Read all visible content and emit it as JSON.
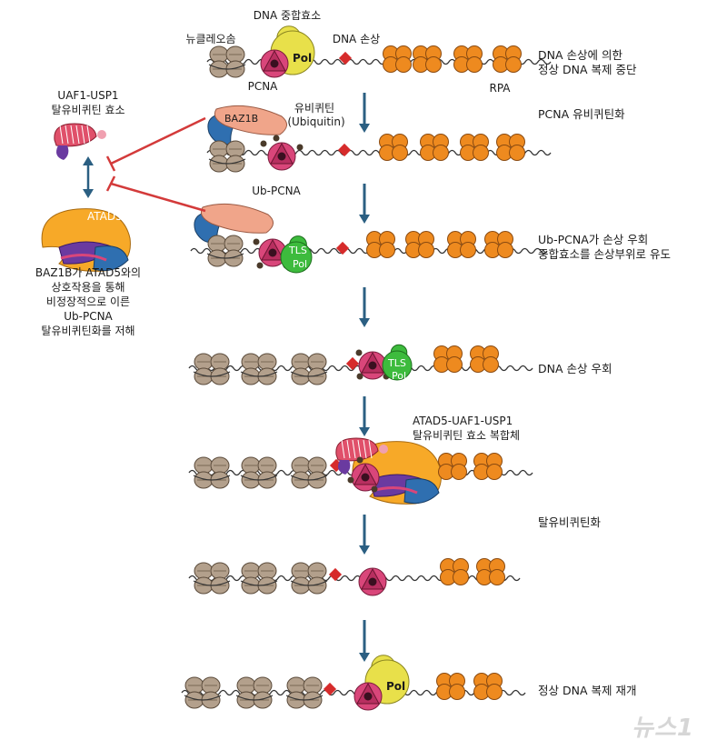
{
  "labels": {
    "dna_polymerase": "DNA 중합효소",
    "nucleosome": "뉴클레오솜",
    "dna_damage": "DNA 손상",
    "pcna": "PCNA",
    "rpa": "RPA",
    "pol": "Pol",
    "baz1b": "BAZ1B",
    "ubiquitin": "유비퀴틴",
    "ubiquitin_en": "(Ubiquitin)",
    "ub_pcna": "Ub-PCNA",
    "tls": "TLS",
    "atad5": "ATAD5",
    "uaf1_usp1_line1": "UAF1-USP1",
    "uaf1_usp1_line2": "탈유비퀴틴 효소",
    "complex_line1": "ATAD5-UAF1-USP1",
    "complex_line2": "탈유비퀴틴 효소 복합체"
  },
  "side_text": [
    "BAZ1B가 ATAD5와의",
    "상호작용을 통해",
    "비정장적으로 이른",
    "Ub-PCNA",
    "탈유비퀴틴화를 저해"
  ],
  "steps": {
    "s1_line1": "DNA 손상에 의한",
    "s1_line2": "정상 DNA 복제 중단",
    "s2": "PCNA 유비퀴틴화",
    "s3_line1": "Ub-PCNA가 손상 우회",
    "s3_line2": "중합효소를 손상부위로 유도",
    "s4": "DNA 손상 우회",
    "s6": "탈유비퀴틴화",
    "s7": "정상 DNA 복제 재개"
  },
  "watermark": "뉴스1",
  "colors": {
    "nucleosome": "#b3a08c",
    "pcna": "#d9467a",
    "polymerase": "#e8e04a",
    "rpa": "#ee8a1f",
    "damage": "#d62b2b",
    "tls_pol": "#3dbb3d",
    "baz1b": "#f0a58a",
    "baz1b_blue": "#2f6fb0",
    "atad5_orange": "#f7a928",
    "atad5_purple": "#6a3aa0",
    "arrow": "#2b5f82",
    "inhibit": "#d33a3a"
  },
  "icons": [
    "nucleosome-icon",
    "pcna-ring-icon",
    "polymerase-icon",
    "rpa-icon",
    "damage-diamond-icon",
    "ubiquitin-icon",
    "tls-polymerase-icon",
    "baz1b-icon",
    "atad5-icon",
    "uaf1-usp1-icon"
  ]
}
